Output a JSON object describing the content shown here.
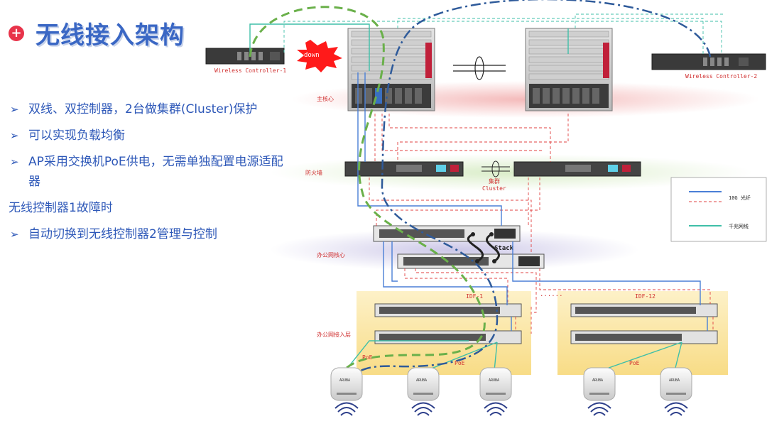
{
  "title": "无线接入架构",
  "bullets": [
    "双线、双控制器，2台做集群(Cluster)保护",
    "可以实现负载均衡",
    "AP采用交换机PoE供电，无需单独配置电源适配",
    "器",
    "无线控制器1故障时",
    "自动切换到无线控制器2管理与控制"
  ],
  "labels": {
    "wc1": "Wireless Controller-1",
    "wc2": "Wireless Controller-2",
    "down": "down",
    "core": "主核心",
    "firewall": "防火墙",
    "cluster_cn": "集群",
    "cluster_en": "Cluster",
    "office_core": "办公网核心",
    "stack": "Stack",
    "access": "办公网接入层",
    "idf1": "IDF-1",
    "idf12": "IDF-12",
    "dots": "......",
    "poe": "PoE",
    "aruba": "ARUBA"
  },
  "legend": [
    {
      "label": "",
      "color": "#4a7fd6",
      "style": "solid"
    },
    {
      "label": "10G 光纤",
      "color": "#e04040",
      "style": "dashed"
    },
    {
      "label": "千兆网线",
      "color": "#3fbfa8",
      "style": "solid"
    }
  ],
  "colors": {
    "title": "#3a67c4",
    "text": "#2e58b8",
    "fiber": "#4a7fd6",
    "copper": "#3fbfa8",
    "red_dash": "#e04040",
    "green_dash": "#6ab04a",
    "blue_dashdot": "#2e5a9a",
    "down_burst": "#ff1a1a"
  }
}
